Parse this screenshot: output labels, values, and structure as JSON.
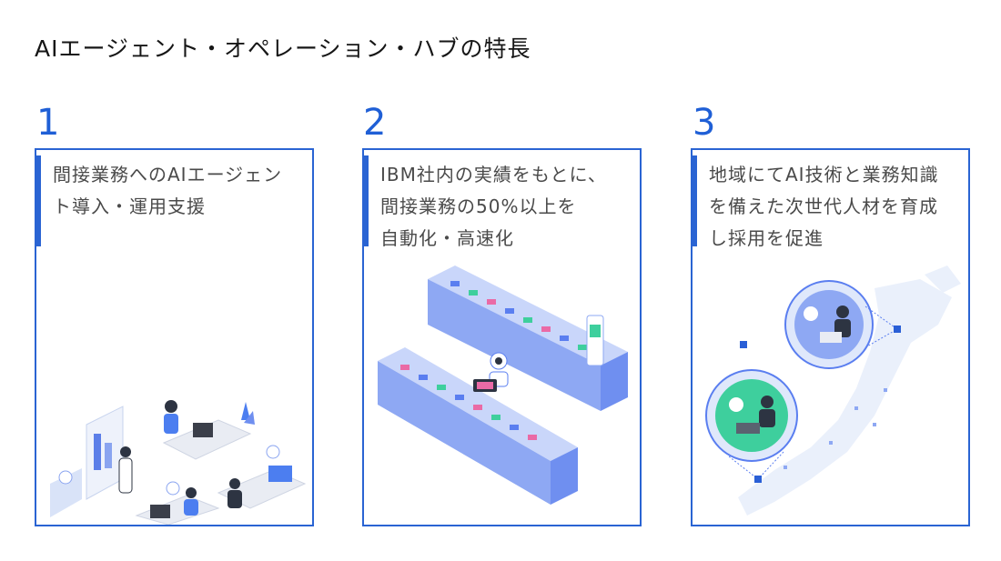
{
  "title": "AIエージェント・オペレーション・ハブの特長",
  "cards": [
    {
      "number": "1",
      "lines": [
        "間接業務へのAIエージェン",
        "ト導入・運用支援"
      ],
      "illustration": "office-team-with-robots-illustration"
    },
    {
      "number": "2",
      "lines": [
        "IBM社内の実績をもとに、",
        "間接業務の50%以上を",
        "自動化・高速化"
      ],
      "illustration": "robot-automation-conveyor-illustration"
    },
    {
      "number": "3",
      "lines": [
        "地域にてAI技術と業務知識",
        "を備えた次世代人材を育成",
        "し採用を促進"
      ],
      "illustration": "japan-map-talent-illustration"
    }
  ],
  "colors": {
    "accent": "#2a64d3",
    "text": "#4a4a4a",
    "illustration": "#6f8ff0"
  }
}
